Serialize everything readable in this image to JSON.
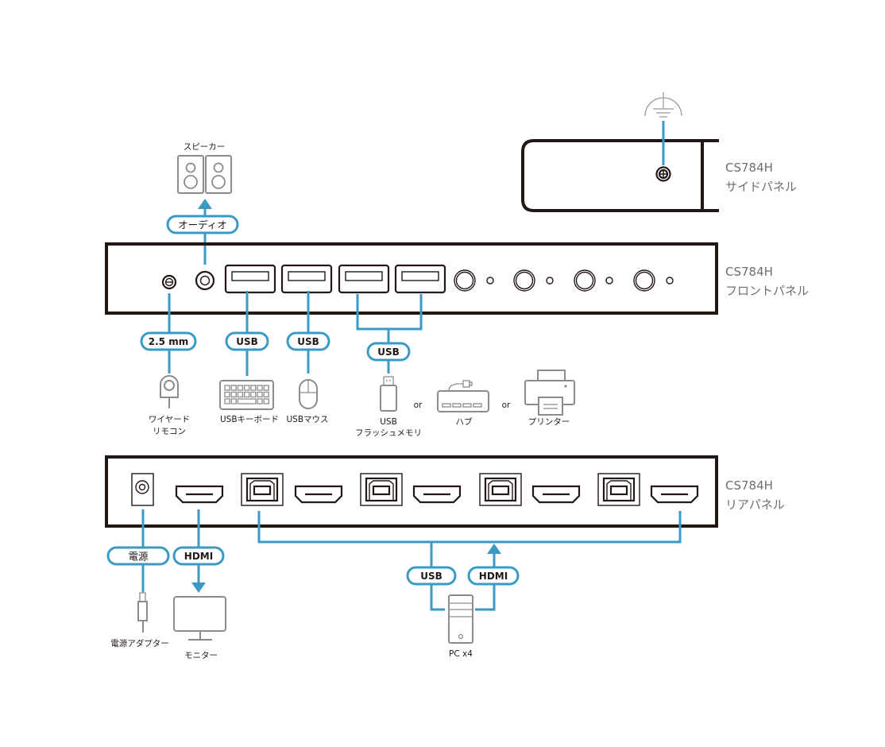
{
  "diagram": {
    "model": "CS784H",
    "panels": {
      "side": {
        "model": "CS784H",
        "name": "サイドパネル"
      },
      "front": {
        "model": "CS784H",
        "name": "フロントパネル"
      },
      "rear": {
        "model": "CS784H",
        "name": "リアパネル"
      }
    },
    "connector_labels": {
      "audio": "オーディオ",
      "wired_remote": "2.5 mm",
      "usb_keyboard": "USB",
      "usb_mouse": "USB",
      "usb_shared": "USB",
      "power": "電源",
      "hdmi_console": "HDMI",
      "pc_usb": "USB",
      "pc_hdmi": "HDMI"
    },
    "devices": {
      "speaker": "スピーカー",
      "wired_remote_line1": "ワイヤード",
      "wired_remote_line2": "リモコン",
      "usb_keyboard": "USBキーボード",
      "usb_mouse": "USBマウス",
      "flash_line1": "USB",
      "flash_line2": "フラッシュメモリ",
      "or1": "or",
      "hub": "ハブ",
      "or2": "or",
      "printer": "プリンター",
      "power_adapter": "電源アダプター",
      "monitor": "モニター",
      "pc": "PC x4"
    },
    "colors": {
      "cable": "#3a9ac4",
      "panel": "#231815",
      "device": "#8c8c8c"
    }
  }
}
